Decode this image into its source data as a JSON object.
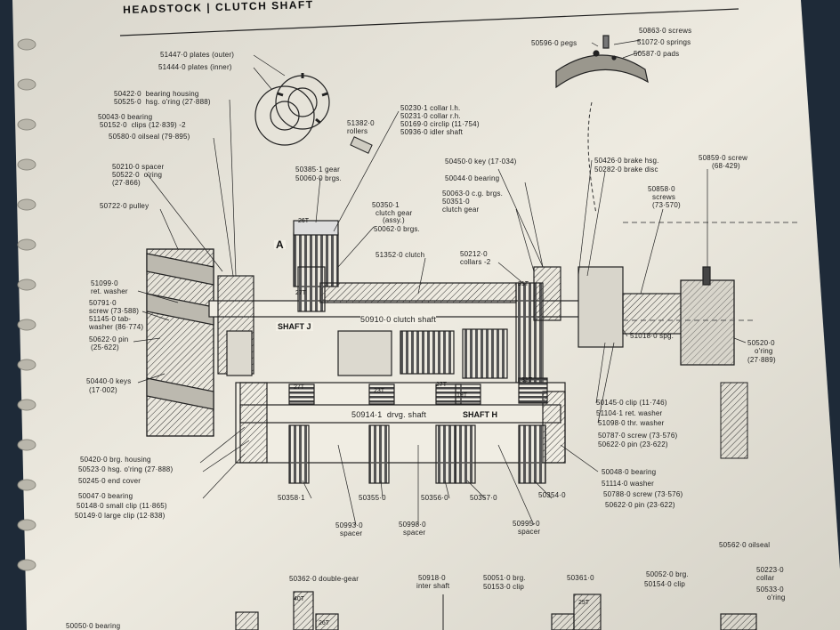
{
  "header": {
    "title": "HEADSTOCK | CLUTCH SHAFT"
  },
  "shafts": {
    "j": "SHAFT J",
    "h": "SHAFT H",
    "a": "A"
  },
  "tooth_counts": [
    "26T",
    "27T",
    "31T",
    "27T",
    "23T",
    "27T",
    "19T",
    "31T",
    "40T",
    "26T",
    "25T"
  ],
  "parts": [
    "51447·0 plates (outer)",
    "51444·0 plates (inner)",
    "50422·0  bearing housing",
    "50525·0  hsg. o'ring (27·888)",
    "50043·0 bearing",
    "50152·0  clips (12·839) ‑2",
    "50580·0 oilseal (79·895)",
    "50210·0 spacer",
    "50522·0  o'ring",
    "(27·866)",
    "50722·0 pulley",
    "51382·0",
    "rollers",
    "50230·1 collar l.h.",
    "50231·0 collar r.h.",
    "50169·0 circlip (11·754)",
    "50936·0 idler shaft",
    "50385·1 gear",
    "50060·0 brgs.",
    "50350·1",
    "clutch gear",
    "(assy.)",
    "50062·0 brgs.",
    "51352·0 clutch",
    "50450·0 key (17·034)",
    "50044·0 bearing",
    "50063·0 c.g. brgs.",
    "50351·0",
    "clutch gear",
    "50212·0",
    "collars ‑2",
    "50596·0 pegs",
    "50863·0 screws",
    "51072·0 springs",
    "50587·0 pads",
    "50426·0 brake hsg.",
    "50282·0 brake disc",
    "50859·0 screw",
    "(68·429)",
    "50858·0",
    "screws",
    "(73·570)",
    "51099·0",
    "ret. washer",
    "50791·0",
    "screw (73·588)",
    "51145·0 tab‑",
    "washer (86·774)",
    "50622·0 pin",
    "(25·622)",
    "50910·0 clutch shaft",
    "51018·0 spg.",
    "50520·0",
    "o'ring",
    "(27·889)",
    "50440·0 keys",
    "(17·002)",
    "50914·1  drvg. shaft",
    "50145·0 clip (11·746)",
    "51104·1 ret. washer",
    "51098·0 thr. washer",
    "50787·0 screw (73·576)",
    "50622·0 pin (23·622)",
    "50420·0 brg. housing",
    "50523·0 hsg. o'ring (27·888)",
    "50245·0 end cover",
    "50047·0 bearing",
    "50148·0 small clip (11·865)",
    "50149·0 large clip (12·838)",
    "50358·1",
    "50355·0",
    "50356·0",
    "50357·0",
    "50354·0",
    "50048·0 bearing",
    "51114·0 washer",
    "50788·0 screw (73·576)",
    "50622·0 pin (23·622)",
    "50993·0",
    "spacer",
    "50998·0",
    "spacer",
    "50995·0",
    "spacer",
    "50562·0 oilseal",
    "50362·0 double‑gear",
    "50918·0",
    "inter shaft",
    "50051·0 brg.",
    "50153·0 clip",
    "50361·0",
    "50052·0 brg.",
    "50154·0 clip",
    "50223·0",
    "collar",
    "50533·0",
    "o'ring",
    "50050·0 bearing"
  ]
}
